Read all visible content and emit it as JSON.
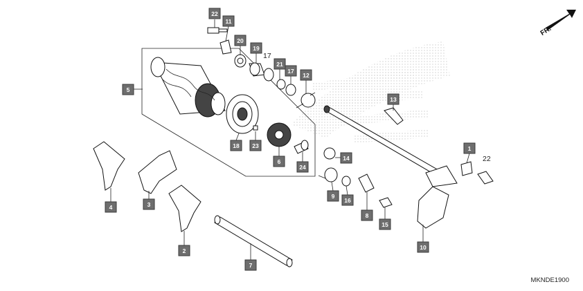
{
  "diagram": {
    "code": "MKNDE1900",
    "direction_label": "FR.",
    "callouts": [
      {
        "id": "c22a",
        "label": "22"
      },
      {
        "id": "c11",
        "label": "11"
      },
      {
        "id": "c20",
        "label": "20"
      },
      {
        "id": "c19",
        "label": "19"
      },
      {
        "id": "c21",
        "label": "21"
      },
      {
        "id": "c17b",
        "label": "17"
      },
      {
        "id": "c12",
        "label": "12"
      },
      {
        "id": "c5",
        "label": "5"
      },
      {
        "id": "c13",
        "label": "13"
      },
      {
        "id": "c18",
        "label": "18"
      },
      {
        "id": "c23",
        "label": "23"
      },
      {
        "id": "c6",
        "label": "6"
      },
      {
        "id": "c24",
        "label": "24"
      },
      {
        "id": "c14",
        "label": "14"
      },
      {
        "id": "c1",
        "label": "1"
      },
      {
        "id": "c4",
        "label": "4"
      },
      {
        "id": "c3",
        "label": "3"
      },
      {
        "id": "c2",
        "label": "2"
      },
      {
        "id": "c9",
        "label": "9"
      },
      {
        "id": "c16",
        "label": "16"
      },
      {
        "id": "c8",
        "label": "8"
      },
      {
        "id": "c15",
        "label": "15"
      },
      {
        "id": "c10",
        "label": "10"
      },
      {
        "id": "c7",
        "label": "7"
      }
    ],
    "plain_labels": [
      {
        "id": "p17",
        "label": "17"
      },
      {
        "id": "p22",
        "label": "22"
      }
    ]
  }
}
